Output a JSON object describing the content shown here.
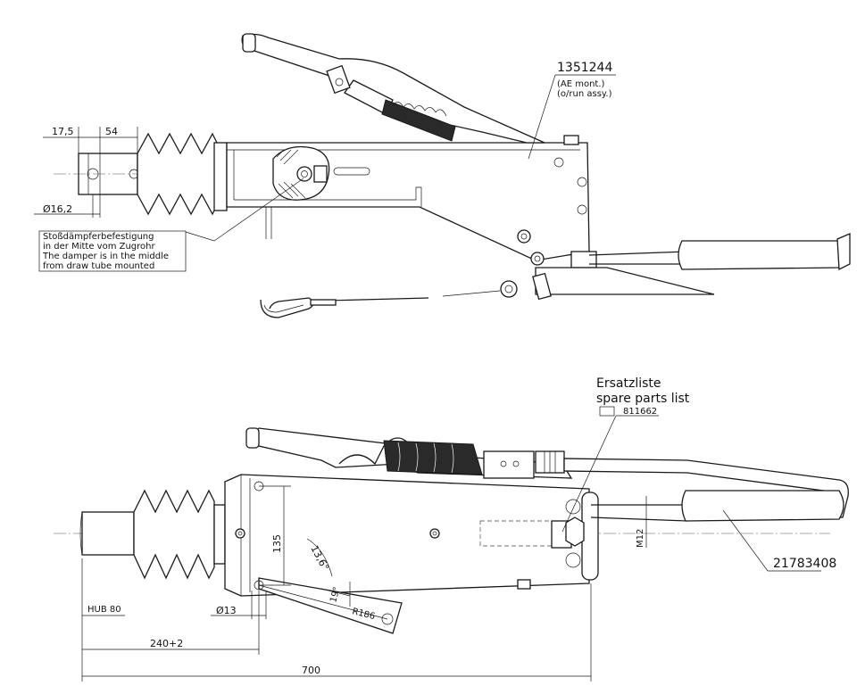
{
  "labels": {
    "part_top": "1351244",
    "part_top_note1": "(AE mont.)",
    "part_top_note2": "(o/run assy.)",
    "dim_17_5": "17,5",
    "dim_54": "54",
    "dim_d16_2": "Ø16,2",
    "note_line1": "Stoßdämpferbefestigung",
    "note_line2": "in der Mitte vom Zugrohr",
    "note_line3": "The damper is in the middle",
    "note_line4": "from draw tube mounted",
    "spare_de": "Ersatzliste",
    "spare_en": "spare parts list",
    "spare_part": "811662",
    "dim_m12": "M12",
    "part_bottom": "21783408",
    "dim_135": "135",
    "dim_13_6": "13,6°",
    "dim_19": "19°",
    "dim_r186": "R186",
    "dim_d13": "Ø13",
    "hub": "HUB 80",
    "dim_240": "240+2",
    "dim_700": "700"
  }
}
